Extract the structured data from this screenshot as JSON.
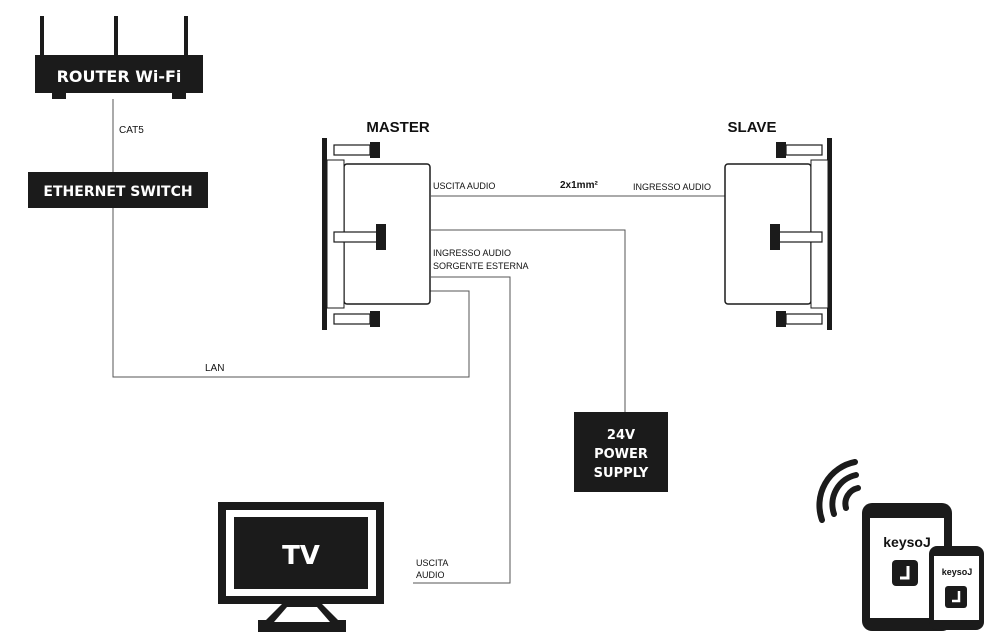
{
  "router": {
    "label": "ROUTER Wi-Fi"
  },
  "switch": {
    "label": "ETHERNET SWITCH"
  },
  "cables": {
    "cat5": "CAT5",
    "lan": "LAN",
    "speaker_cable": "2x1mm²"
  },
  "master": {
    "title": "MASTER",
    "audio_out": "USCITA AUDIO",
    "ext_in_line1": "INGRESSO AUDIO",
    "ext_in_line2": "SORGENTE ESTERNA"
  },
  "slave": {
    "title": "SLAVE",
    "audio_in": "INGRESSO AUDIO"
  },
  "power": {
    "line1": "24V",
    "line2": "POWER",
    "line3": "SUPPLY"
  },
  "tv": {
    "label": "TV",
    "out_line1": "USCITA",
    "out_line2": "AUDIO"
  },
  "app": {
    "tablet_logo": "keysoJ",
    "phone_logo": "keysoJ"
  },
  "colors": {
    "box": "#1b1b1b",
    "wire": "#555555",
    "text": "#111111"
  },
  "icons": [
    "router-icon",
    "speaker-icon",
    "tv-icon",
    "wifi-icon",
    "tablet-icon",
    "phone-icon"
  ]
}
